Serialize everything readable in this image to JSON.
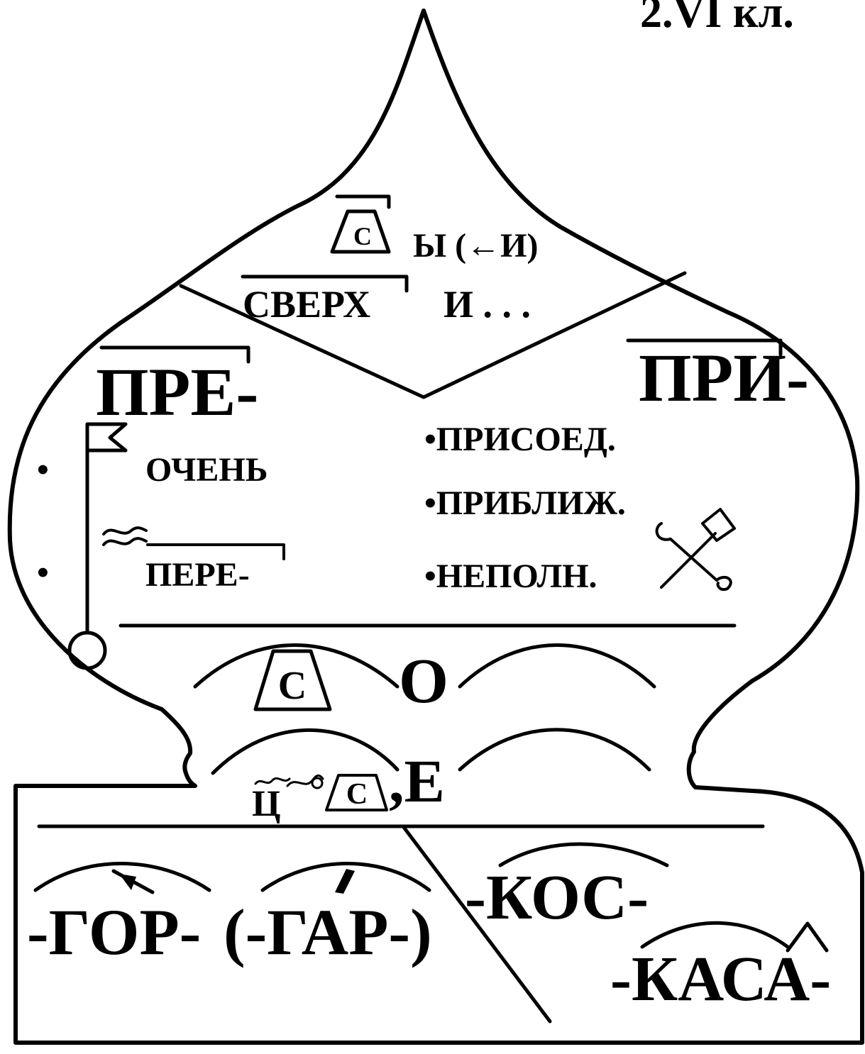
{
  "title": "2.VI кл.",
  "top_zone": {
    "s_symbol": "С",
    "y_rule": "Ы (←И)",
    "sverkh": "СВЕРХ",
    "i_etc": "И . . ."
  },
  "pre": {
    "heading": "ПРЕ-",
    "bullet_1": "•",
    "meaning_1": "ОЧЕНЬ",
    "bullet_2": "•",
    "meaning_2": "ПЕРЕ-"
  },
  "pri": {
    "heading": "ПРИ-",
    "meaning_1": "•ПРИСОЕД.",
    "meaning_2": "•ПРИБЛИЖ.",
    "meaning_3": "•НЕПОЛН."
  },
  "o_row": {
    "s_symbol": "С",
    "letter": "О"
  },
  "e_row": {
    "ts_letter": "Ц",
    "s_symbol": "С",
    "comma_letter": ",Е"
  },
  "roots": {
    "gor": "-ГОР-",
    "gar": "(-ГАР-)",
    "kos": "-КОС-",
    "kasa": "-КАСА-"
  },
  "colors": {
    "ink": "#000000",
    "paper": "#ffffff"
  }
}
